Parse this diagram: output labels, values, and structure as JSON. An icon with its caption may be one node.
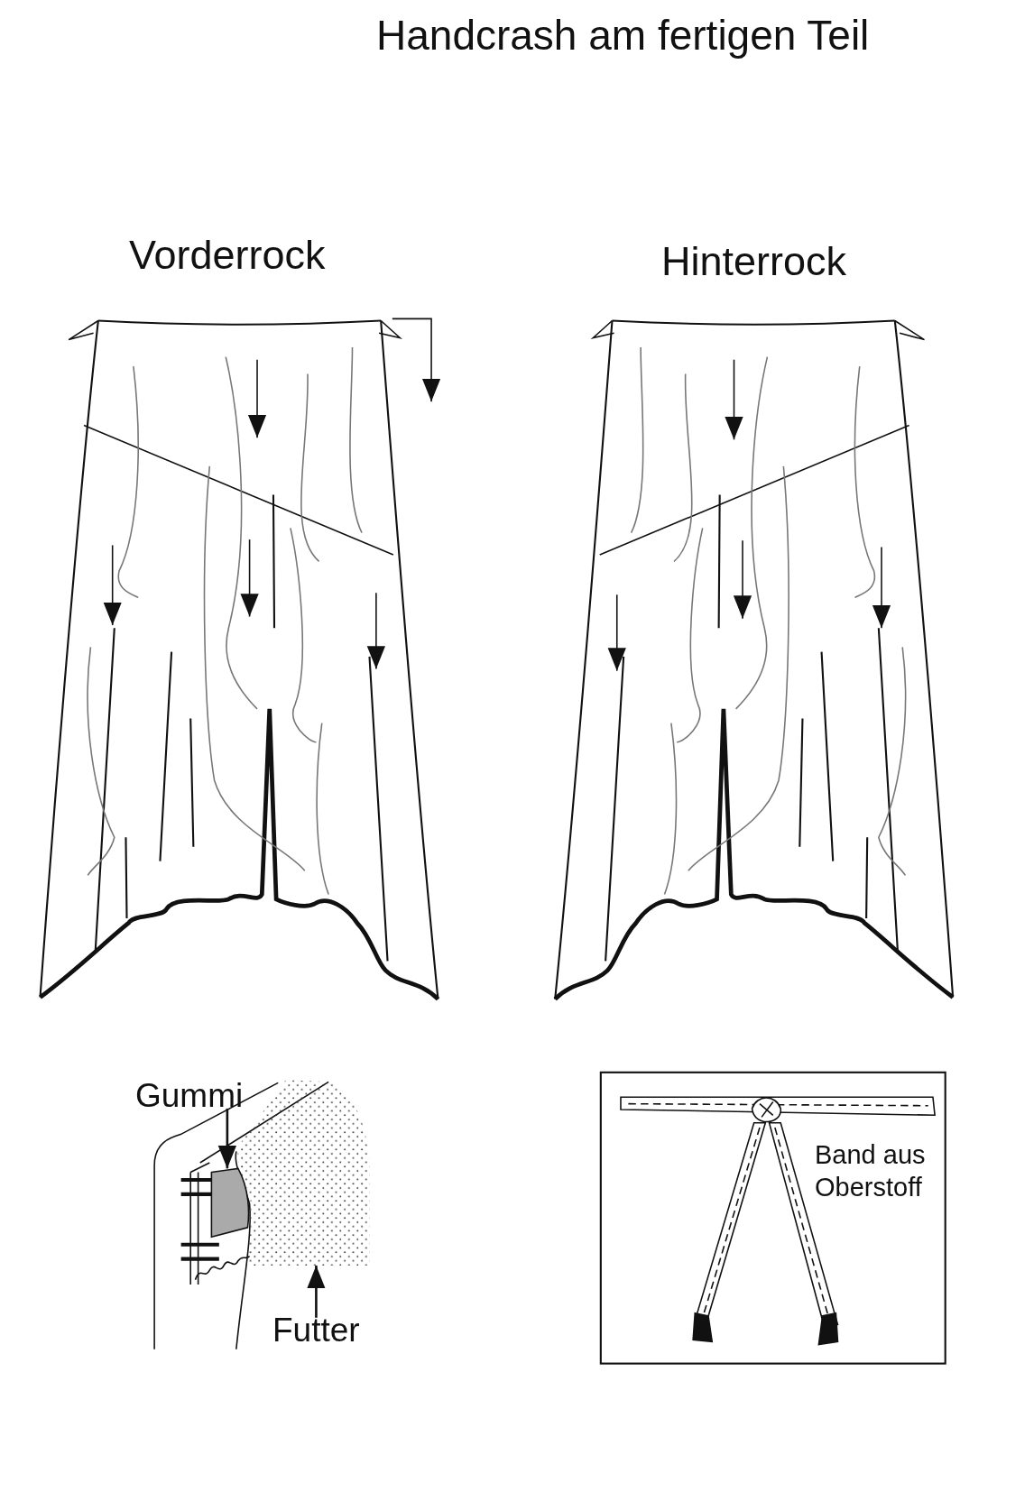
{
  "diagram": {
    "title": "Handcrash am fertigen Teil",
    "nodes": [
      {
        "text": [
          "Gummi"
        ]
      },
      {
        "text": [],
        "shape": "box"
      },
      {
        "text": [
          "Futter"
        ]
      },
      {
        "text": [],
        "shape": "box"
      }
    ],
    "edges": [
      {
        "from": 0,
        "to": 1,
        "arrow": "to"
      },
      {
        "from": 2,
        "to": 3,
        "arrow": "to"
      }
    ],
    "labels": [
      "Vorderrock",
      "Hinterrock",
      "Band aus Oberstoff"
    ]
  }
}
